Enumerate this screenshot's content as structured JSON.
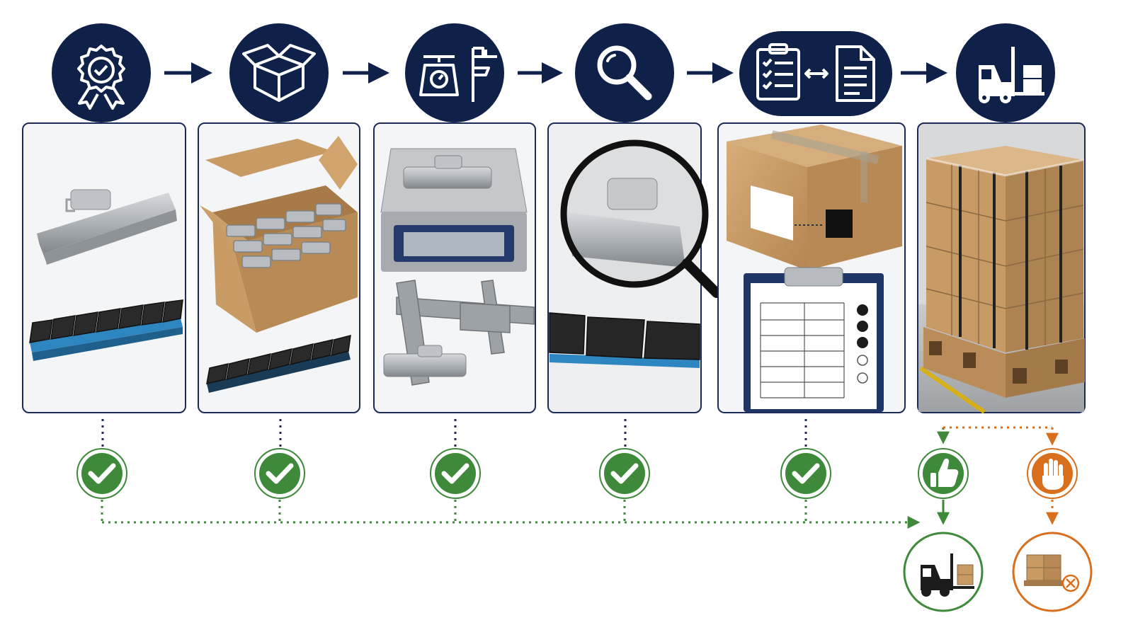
{
  "colors": {
    "navy": "#0f2049",
    "panel_border": "#1c2b57",
    "panel_bg": "#f2f3f5",
    "pass_green": "#3f8a3a",
    "hold_orange": "#d86f1d",
    "cardboard": "#c89a64",
    "metal": "#aeb3b8",
    "black_weight": "#2a2a2a",
    "blue_tape": "#2e86c1"
  },
  "steps": [
    {
      "id": "certification",
      "icon": "award-ribbon-icon",
      "photo": "clip-on-and-adhesive-wheel-weights"
    },
    {
      "id": "packing",
      "icon": "open-box-icon",
      "photo": "box-of-wheel-weights"
    },
    {
      "id": "measuring",
      "icon": "scale-and-caliper-icon",
      "photo": "weight-on-scale-and-caliper"
    },
    {
      "id": "inspection",
      "icon": "magnifier-icon",
      "photo": "magnified-wheel-weight"
    },
    {
      "id": "documentation",
      "icon": "checklist-to-document-icon",
      "photo": "labeled-box-and-clipboard"
    },
    {
      "id": "dispatch",
      "icon": "forklift-icon",
      "photo": "wrapped-pallet-of-boxes"
    }
  ],
  "outcomes": {
    "approve": {
      "icon": "thumbs-up-icon",
      "result": "forklift-shipment-icon"
    },
    "hold": {
      "icon": "stop-hand-icon",
      "result": "rejected-pallet-icon"
    }
  }
}
